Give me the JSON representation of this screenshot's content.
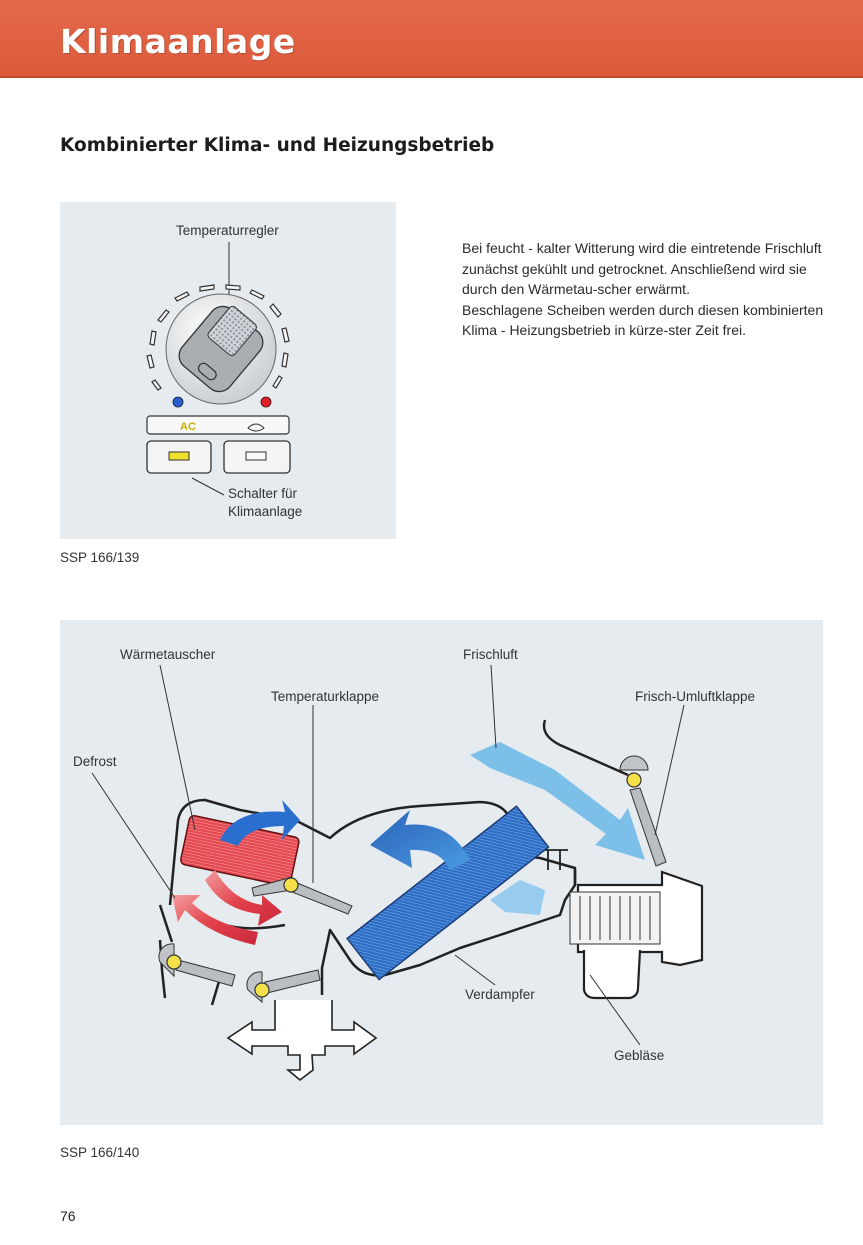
{
  "header": {
    "title": "Klimaanlage"
  },
  "section": {
    "title": "Kombinierter Klima- und Heizungsbetrieb"
  },
  "figure1": {
    "labels": {
      "temperature_control": "Temperaturregler",
      "ac_switch_line1": "Schalter für",
      "ac_switch_line2": "Klimaanlage",
      "ac_badge": "AC"
    },
    "caption": "SSP 166/139"
  },
  "text": {
    "paragraph1": "Bei feucht - kalter Witterung wird die eintretende Frischluft zunächst gekühlt und getrocknet. Anschließend wird sie durch den Wärmetau-scher erwärmt.",
    "paragraph2": "Beschlagene Scheiben werden durch diesen kombinierten Klima - Heizungsbetrieb in kürze-ster Zeit frei."
  },
  "figure2": {
    "labels": {
      "heat_exchanger": "Wärmetauscher",
      "fresh_air": "Frischluft",
      "temperature_flap": "Temperaturklappe",
      "fresh_recirc_flap": "Frisch-Umluftklappe",
      "defrost": "Defrost",
      "evaporator": "Verdampfer",
      "blower": "Gebläse"
    },
    "caption": "SSP 166/140"
  },
  "footer": {
    "page_number": "76"
  },
  "colors": {
    "header": "#e0603f",
    "panel": "#e6ebef",
    "hot": "#e23a4a",
    "cold": "#2a72c8",
    "cold_light": "#7cc0ea",
    "flap_pivot": "#f5e04a",
    "ac_indicator": "#f0e030"
  }
}
